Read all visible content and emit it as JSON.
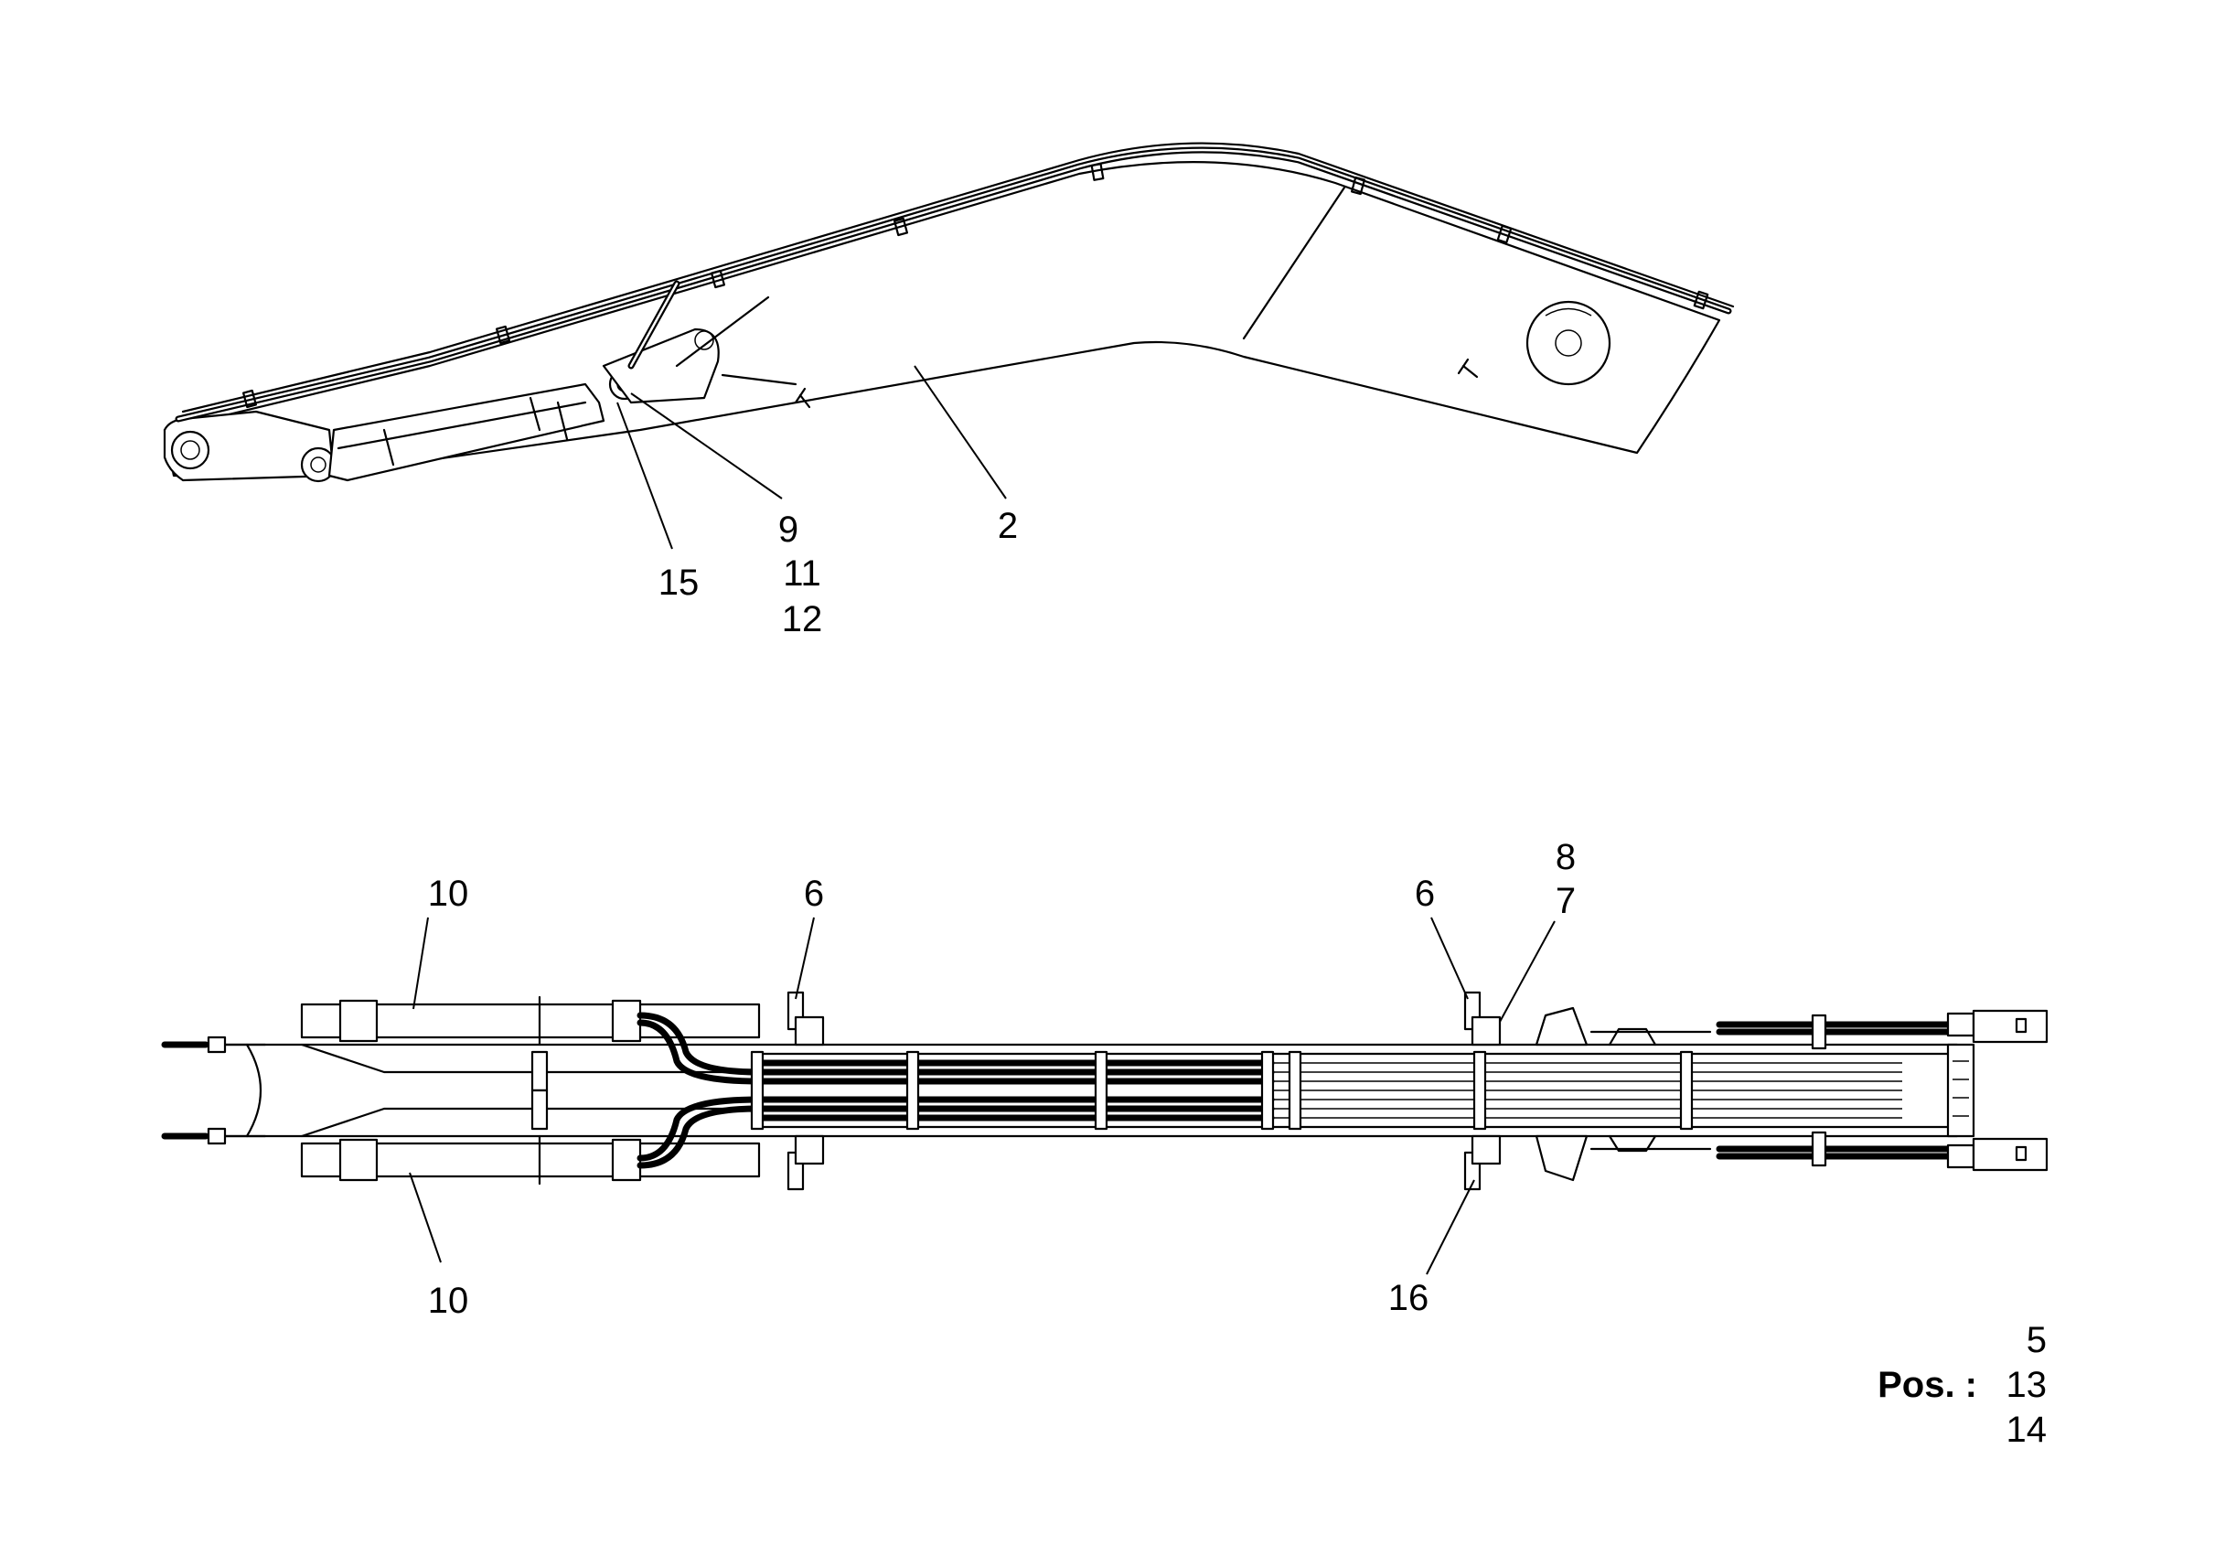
{
  "side_view": {
    "callouts": [
      "2",
      "9",
      "11",
      "12",
      "15"
    ]
  },
  "top_view": {
    "callouts": [
      "10",
      "10",
      "6",
      "6",
      "8",
      "7",
      "16"
    ]
  },
  "position_note": {
    "prefix": "Pos. :",
    "items": [
      "5",
      "13",
      "14"
    ]
  }
}
